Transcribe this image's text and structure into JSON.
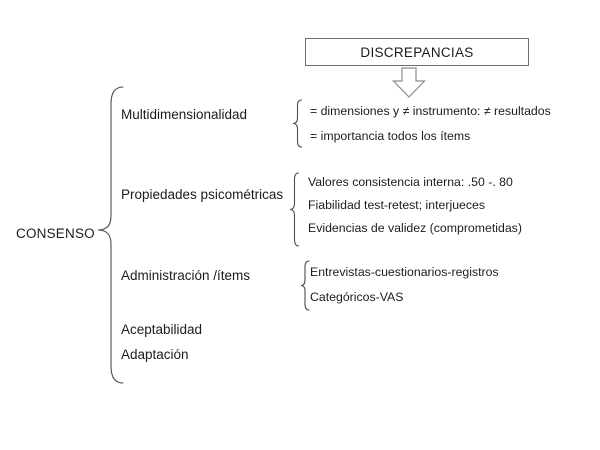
{
  "diagram": {
    "header_box": "DISCREPANCIAS",
    "root_label": "CONSENSO",
    "branches": [
      {
        "label": "Multidimensionalidad",
        "children": [
          "= dimensiones y ≠ instrumento: ≠ resultados",
          "= importancia todos los ítems"
        ]
      },
      {
        "label": "Propiedades psicométricas",
        "children": [
          "Valores consistencia interna: .50  -. 80",
          "Fiabilidad test-retest; interjueces",
          "Evidencias de validez  (comprometidas)"
        ]
      },
      {
        "label": "Administración /ítems",
        "children": [
          "Entrevistas-cuestionarios-registros",
          "Categóricos-VAS"
        ]
      },
      {
        "label": "Aceptabilidad",
        "children": []
      },
      {
        "label": "Adaptación",
        "children": []
      }
    ],
    "colors": {
      "background": "#ffffff",
      "text": "#1c1c1c",
      "box_border": "#6e6e6e",
      "arrow_outline": "#8c8c8c",
      "brace": "#4d4d4d"
    }
  }
}
